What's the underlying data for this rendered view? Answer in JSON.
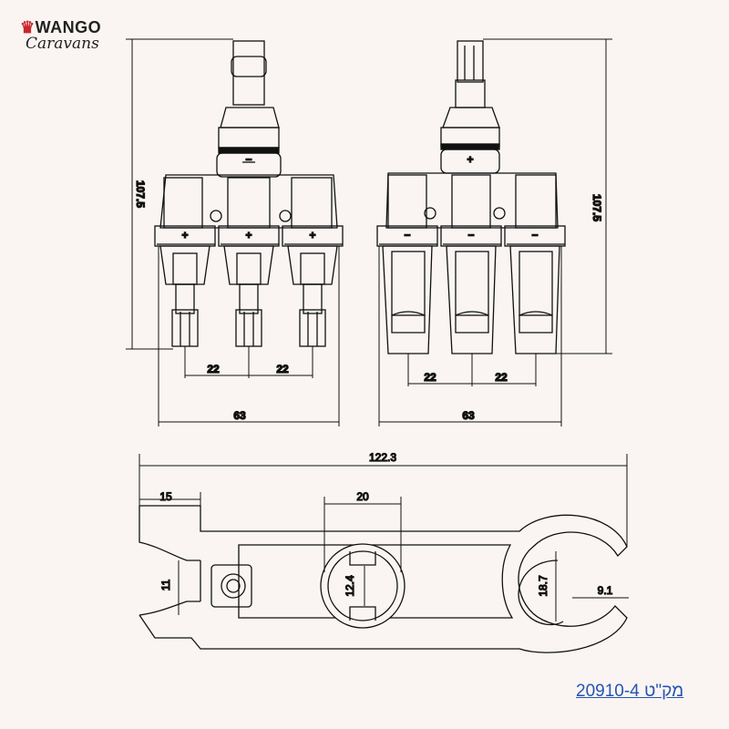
{
  "brand": {
    "line1": "WANGO",
    "line2": "Caravans",
    "accent_color": "#c9262b"
  },
  "sku_label": "מק\"ט 20910-4",
  "link_color": "#2455b3",
  "dimensions": {
    "left_height": "107.5",
    "right_height": "107.5",
    "left_spacing_a": "22",
    "left_spacing_b": "22",
    "right_spacing_a": "22",
    "right_spacing_b": "22",
    "left_width": "63",
    "right_width": "63",
    "tool_length": "122.3",
    "tool_end_width": "15",
    "tool_end_gap": "11",
    "ring_outer": "20",
    "ring_inner": "12.4",
    "hook_inner": "18.7",
    "hook_opening": "9.1"
  },
  "polarity": {
    "left_top": "−",
    "left_bottom": "+",
    "right_top": "+",
    "right_bottom": "−"
  }
}
